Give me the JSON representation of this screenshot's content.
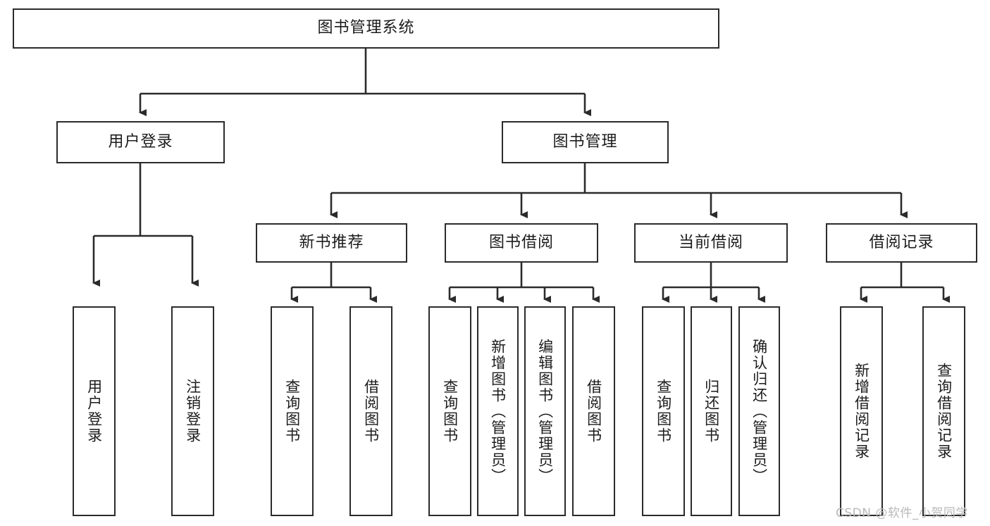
{
  "diagram": {
    "title": "图书管理系统",
    "type": "tree-hierarchy",
    "root": {
      "label": "图书管理系统"
    },
    "level2": [
      {
        "label": "用户登录"
      },
      {
        "label": "图书管理"
      }
    ],
    "level3": [
      {
        "label": "新书推荐"
      },
      {
        "label": "图书借阅"
      },
      {
        "label": "当前借阅"
      },
      {
        "label": "借阅记录"
      }
    ],
    "leaves": {
      "user_login": [
        {
          "label": "用户登录"
        },
        {
          "label": "注销登录"
        }
      ],
      "new_book_recommend": [
        {
          "label": "查询图书"
        },
        {
          "label": "借阅图书"
        }
      ],
      "book_borrow": [
        {
          "label": "查询图书"
        },
        {
          "label": "新增图书（管理员）"
        },
        {
          "label": "编辑图书（管理员）"
        },
        {
          "label": "借阅图书"
        }
      ],
      "current_borrow": [
        {
          "label": "查询图书"
        },
        {
          "label": "归还图书"
        },
        {
          "label": "确认归还（管理员）"
        }
      ],
      "borrow_record": [
        {
          "label": "新增借阅记录"
        },
        {
          "label": "查询借阅记录"
        }
      ]
    }
  },
  "watermark": {
    "text": "CSDN @软件_小贺同学"
  },
  "colors": {
    "stroke": "#2b2b2b",
    "fill": "#ffffff",
    "text": "#1c1c1c",
    "watermark": "#b9b9b9"
  }
}
